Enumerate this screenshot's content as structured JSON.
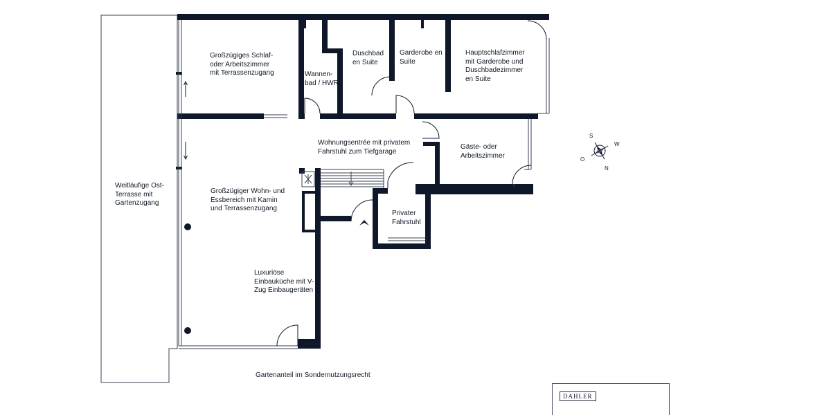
{
  "rooms": {
    "study_top": "Großzügiges Schlaf-\noder Arbeitszimmer\nmit Terrassenzugang",
    "bathtub": "Wannen-\nbad / HWR",
    "shower": "Duschbad\nen Suite",
    "wardrobe": "Garderobe en\nSuite",
    "master": "Hauptschlafzimmer\nmit Garderobe und\nDuschbadezimmer\nen Suite",
    "entrance": "Wohnungsentrée mit privatem\nFahrstuhl zum Tiefgarage",
    "guest": "Gäste- oder\nArbeitszimmer",
    "terrace": "Weitläufige Ost-\nTerrasse mit\nGartenzugang",
    "living": "Großzügiger Wohn- und\nEssbereich mit Kamin\nund Terrassenzugang",
    "elevator": "Privater\nFahrstuhl",
    "kitchen": "Luxuriöse\nEinbauküche mit V-\nZug Einbaugeräten",
    "garden": "Gartenanteil im Sondernutzungsrecht"
  },
  "compass": {
    "n": "N",
    "s": "S",
    "o": "O",
    "w": "W"
  },
  "brand": {
    "logo": "DAHLER"
  },
  "colors": {
    "wall": "#0f172a",
    "line": "#374151",
    "background": "#ffffff"
  }
}
